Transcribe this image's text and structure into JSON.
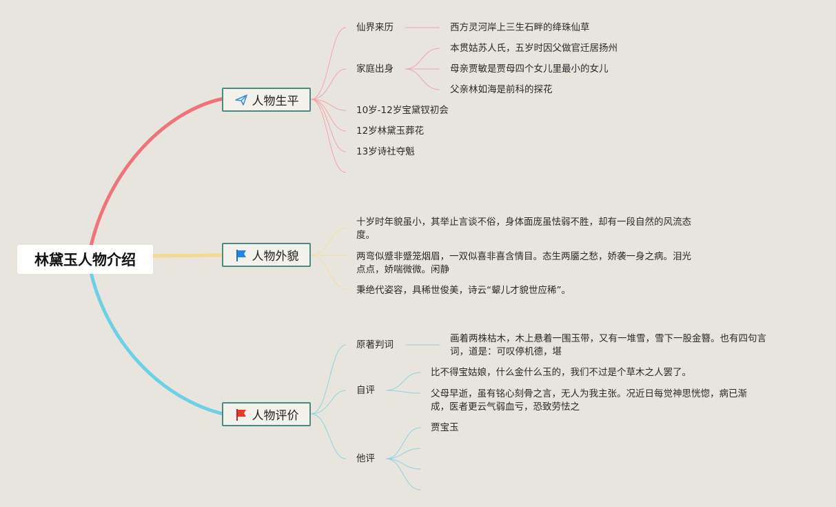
{
  "root": {
    "title": "林黛玉人物介绍"
  },
  "colors": {
    "branch_life": "#ef7479",
    "branch_appearance": "#f6d88e",
    "branch_review": "#6fd0e3",
    "sub_life": "#f1a6a8",
    "sub_appearance": "#f6dca4",
    "sub_review": "#8fd3e2",
    "node_border": "#4c8a80"
  },
  "branches": [
    {
      "label": "人物生平",
      "icon": "paper-plane-icon",
      "children": [
        {
          "label": "仙界来历",
          "children": [
            "西方灵河岸上三生石畔的绛珠仙草"
          ]
        },
        {
          "label": "家庭出身",
          "children": [
            "本贯姑苏人氏，五岁时因父做官迁居扬州",
            "母亲贾敏是贾母四个女儿里最小的女儿",
            "父亲林如海是前科的探花"
          ]
        },
        {
          "label": "10岁-12岁宝黛钗初会"
        },
        {
          "label": "12岁林黛玉葬花"
        },
        {
          "label": "13岁诗社夺魁"
        }
      ]
    },
    {
      "label": "人物外貌",
      "icon": "blue-flag-icon",
      "children": [
        {
          "label": "十岁时年貌虽小，其举止言谈不俗，身体面庞虽怯弱不胜，却有一段自然的风流态度。"
        },
        {
          "label": "两弯似蹙非蹙笼烟眉，一双似喜非喜含情目。态生两靥之愁，娇袭一身之病。泪光点点，娇喘微微。闲静"
        },
        {
          "label": "秉绝代姿容，具稀世俊美，诗云“颦儿才貌世应稀”。"
        }
      ]
    },
    {
      "label": "人物评价",
      "icon": "red-flag-icon",
      "children": [
        {
          "label": "原著判词",
          "children": [
            "画着两株枯木，木上悬着一围玉带，又有一堆雪，雪下一股金簪。也有四句言词，道是：可叹停机德，堪"
          ]
        },
        {
          "label": "自评",
          "children": [
            "比不得宝姑娘，什么金什么玉的，我们不过是个草木之人罢了。",
            "父母早逝，虽有铭心刻骨之言，无人为我主张。况近日每觉神思恍惚，病已渐成，医者更云气弱血亏，恐致劳怯之"
          ]
        },
        {
          "label": "他评",
          "children": [
            "贾宝玉",
            "",
            "",
            ""
          ]
        }
      ]
    }
  ]
}
